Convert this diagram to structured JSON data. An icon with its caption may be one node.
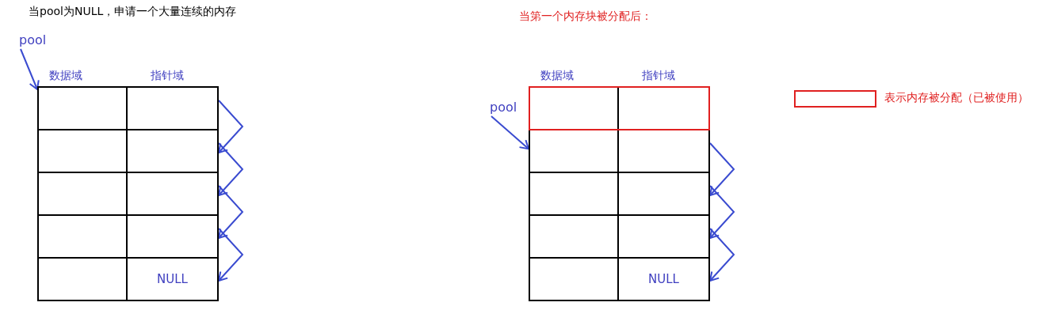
{
  "diagram": {
    "nodes": [
      {
        "text": [
          "pool"
        ]
      },
      {
        "text": [],
        "shape": "box"
      },
      {
        "text": [],
        "shape": "box"
      },
      {
        "text": [],
        "shape": "box"
      },
      {
        "text": [],
        "shape": "box"
      },
      {
        "text": [
          "NULL"
        ]
      },
      {
        "text": [
          "pool"
        ]
      },
      {
        "text": [],
        "shape": "box"
      },
      {
        "text": [],
        "shape": "box"
      },
      {
        "text": [],
        "shape": "box"
      },
      {
        "text": [],
        "shape": "box"
      },
      {
        "text": [
          "NULL"
        ]
      }
    ],
    "edges": [
      {
        "from": 0,
        "to": 1,
        "arrow": "to"
      },
      {
        "from": 1,
        "to": 2,
        "arrow": "to"
      },
      {
        "from": 2,
        "to": 3,
        "arrow": "to"
      },
      {
        "from": 3,
        "to": 4,
        "arrow": "to"
      },
      {
        "from": 4,
        "to": 5,
        "arrow": "to"
      },
      {
        "from": 6,
        "to": 8,
        "arrow": "to"
      },
      {
        "from": 8,
        "to": 9,
        "arrow": "to"
      },
      {
        "from": 9,
        "to": 10,
        "arrow": "to"
      },
      {
        "from": 10,
        "to": 11,
        "arrow": "to"
      }
    ],
    "labels": [
      "当pool为NULL，申请一个大量连续的内存",
      "当第一个内存块被分配后：",
      "数据域",
      "指针域",
      "数据域",
      "指针域"
    ],
    "legend": [
      {
        "text": "表示内存被分配（已被使用）"
      }
    ]
  }
}
